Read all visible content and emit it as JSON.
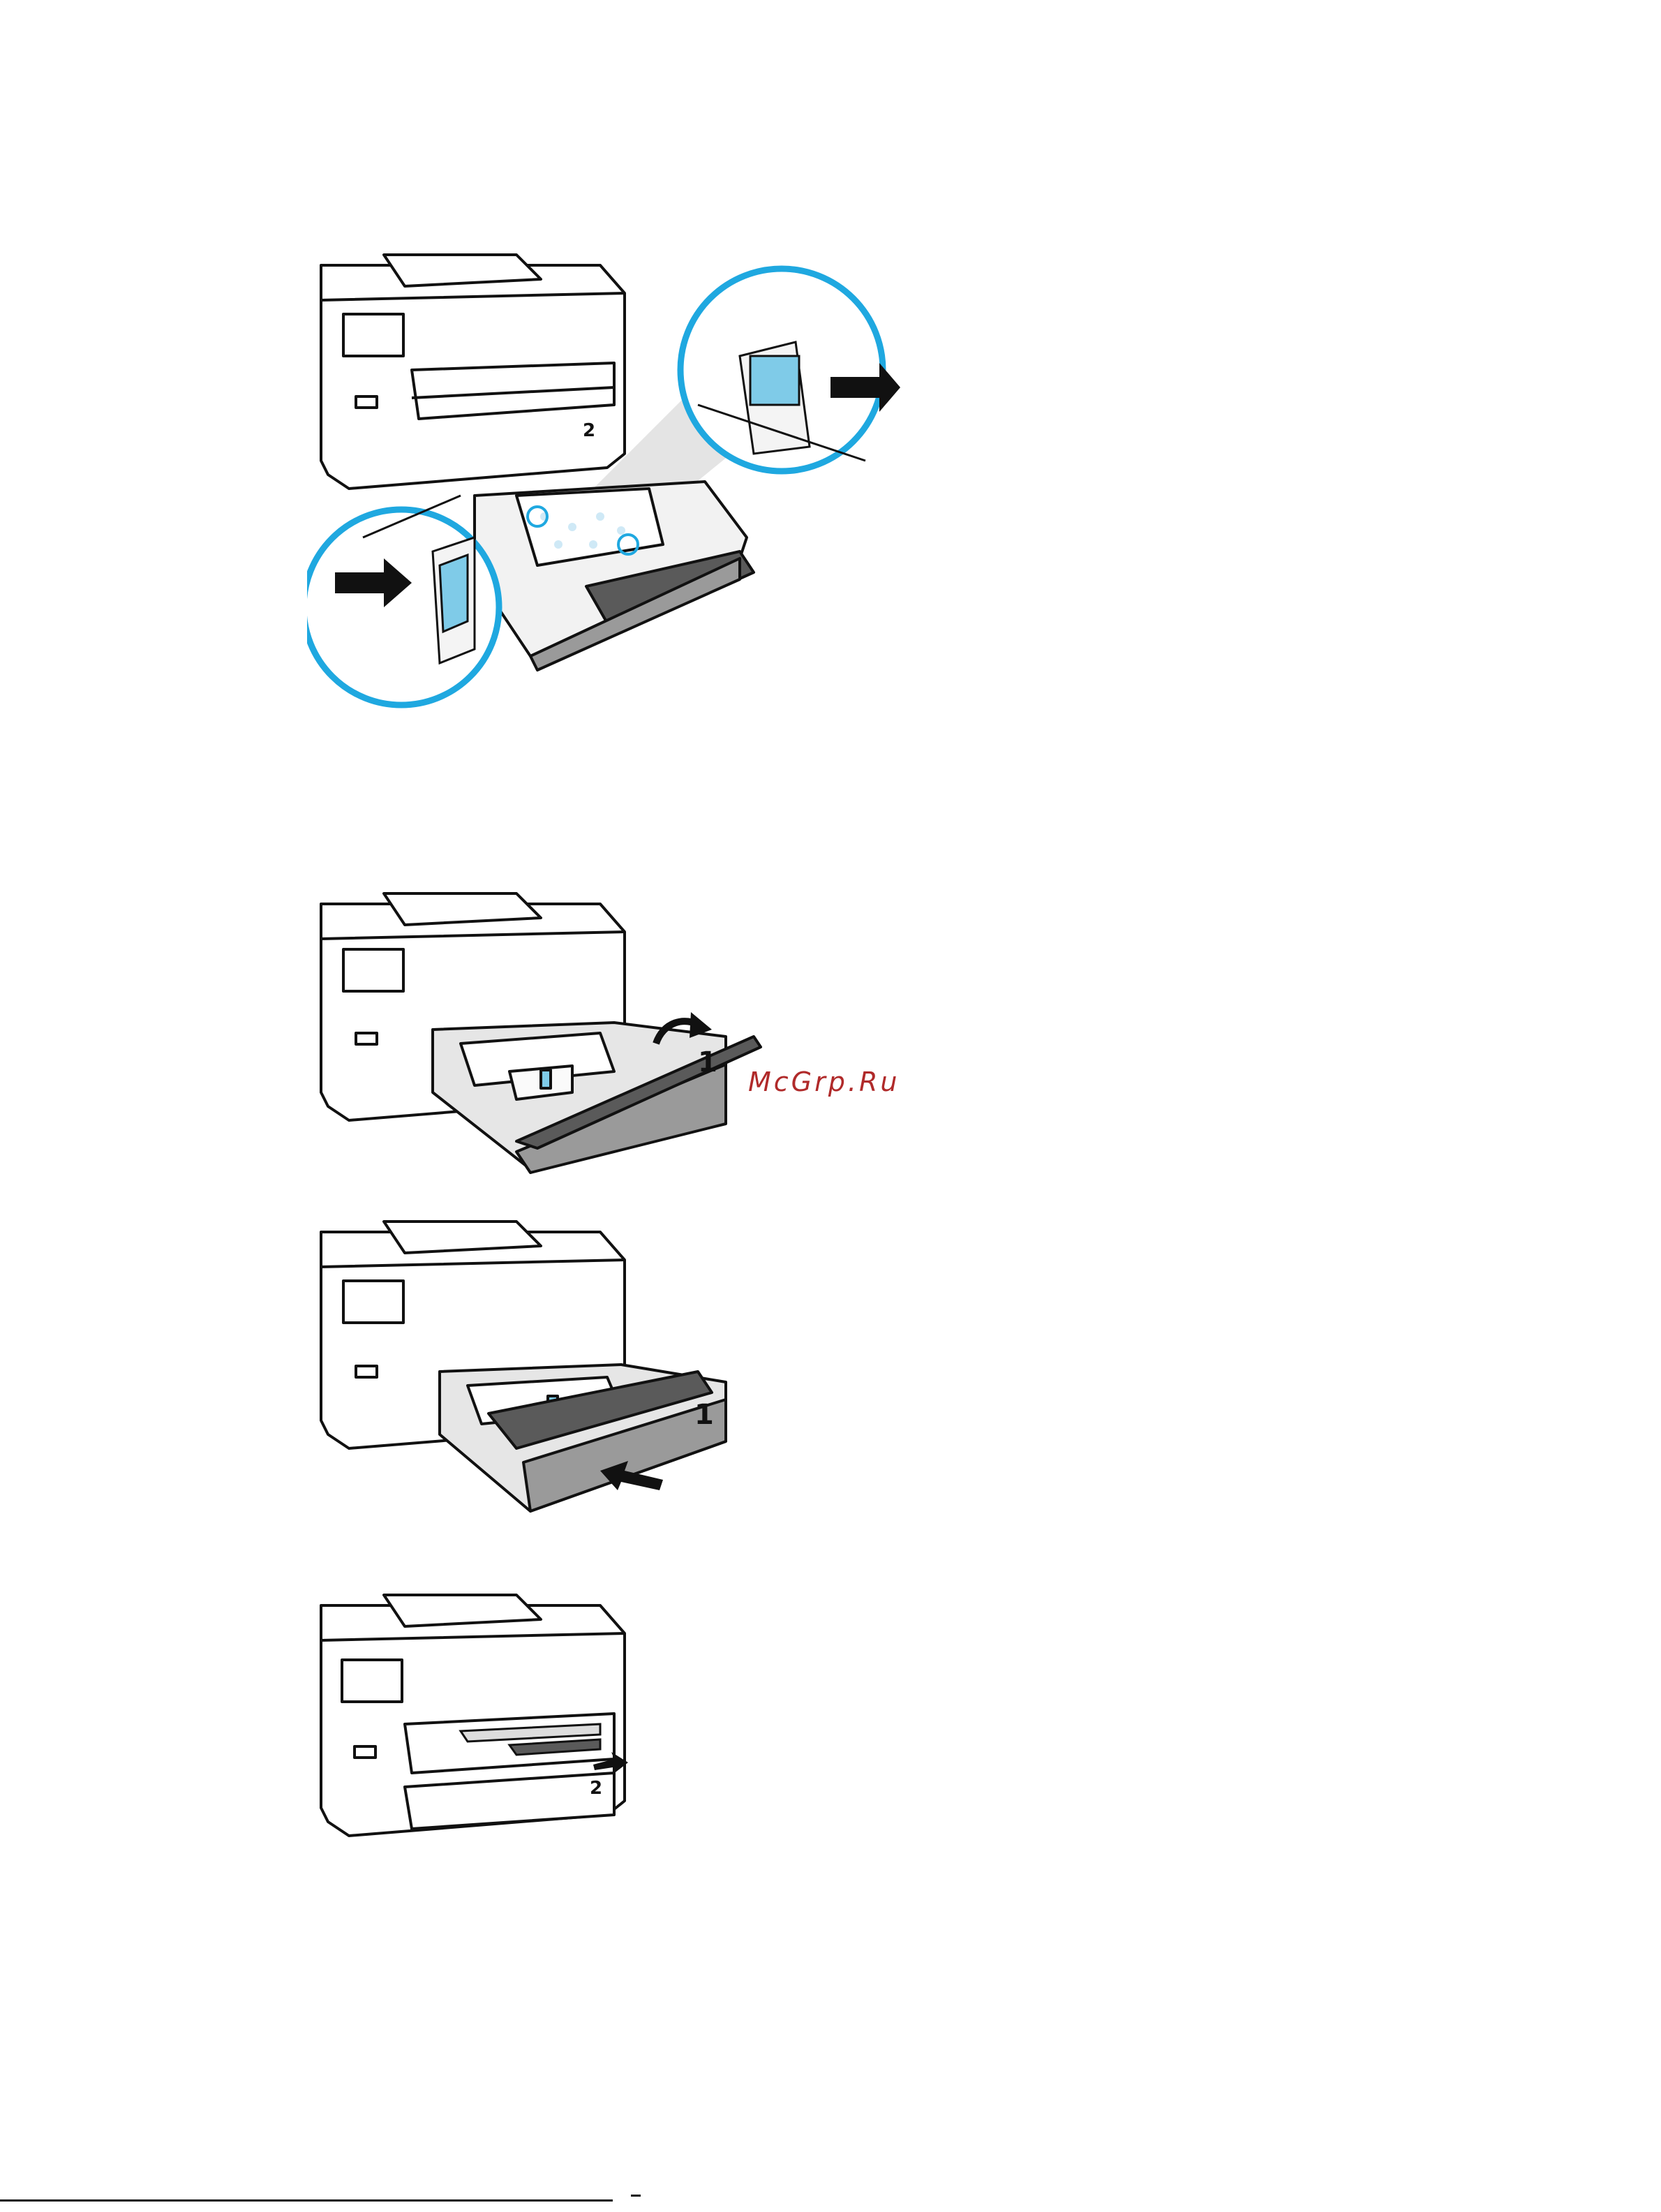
{
  "watermark": {
    "text": "McGrp.Ru"
  },
  "figures": [
    {
      "name": "tray-guides-adjust",
      "tray_number": "2"
    },
    {
      "name": "tray-1-cover-open",
      "tray_number": "1"
    },
    {
      "name": "tray-1-insert",
      "tray_number": "1"
    },
    {
      "name": "output-tray-extend",
      "tray_number": "2"
    }
  ],
  "colors": {
    "accent": "#1fa8e0",
    "guide": "#7fcbe8",
    "line": "#111111",
    "tray": "#9a9a9a",
    "cover": "#5a5a5a"
  }
}
